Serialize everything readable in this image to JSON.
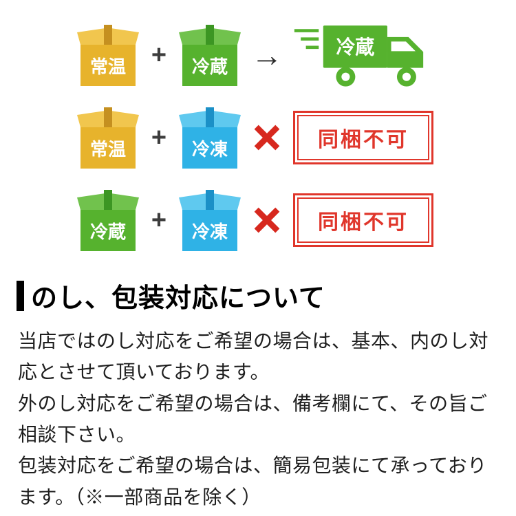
{
  "rows": [
    {
      "left": {
        "label": "常温",
        "temp": "room-temperature"
      },
      "plus": "+",
      "right": {
        "label": "冷蔵",
        "temp": "refrigerated"
      },
      "result": "ok-ship-together",
      "arrow": "→",
      "truck_label": "冷蔵"
    },
    {
      "left": {
        "label": "常温",
        "temp": "room-temperature"
      },
      "plus": "+",
      "right": {
        "label": "冷凍",
        "temp": "frozen"
      },
      "result": "not-allowed",
      "stamp_label": "同梱不可"
    },
    {
      "left": {
        "label": "冷蔵",
        "temp": "refrigerated"
      },
      "plus": "+",
      "right": {
        "label": "冷凍",
        "temp": "frozen"
      },
      "result": "not-allowed",
      "stamp_label": "同梱不可"
    }
  ],
  "colors": {
    "yellow_box": "#e7b32c",
    "green_box": "#56b22e",
    "blue_box": "#2fb2e6",
    "truck_green": "#56b22e",
    "stamp_red": "#e0362b",
    "x_red": "#d7281e"
  },
  "section": {
    "title": "のし、包装対応について",
    "paragraphs": [
      "当店ではのし対応をご希望の場合は、基本、内のし対応とさせて頂いております。",
      "外のし対応をご希望の場合は、備考欄にて、その旨ご相談下さい。",
      "包装対応をご希望の場合は、簡易包装にて承っております。（※一部商品を除く）"
    ]
  }
}
